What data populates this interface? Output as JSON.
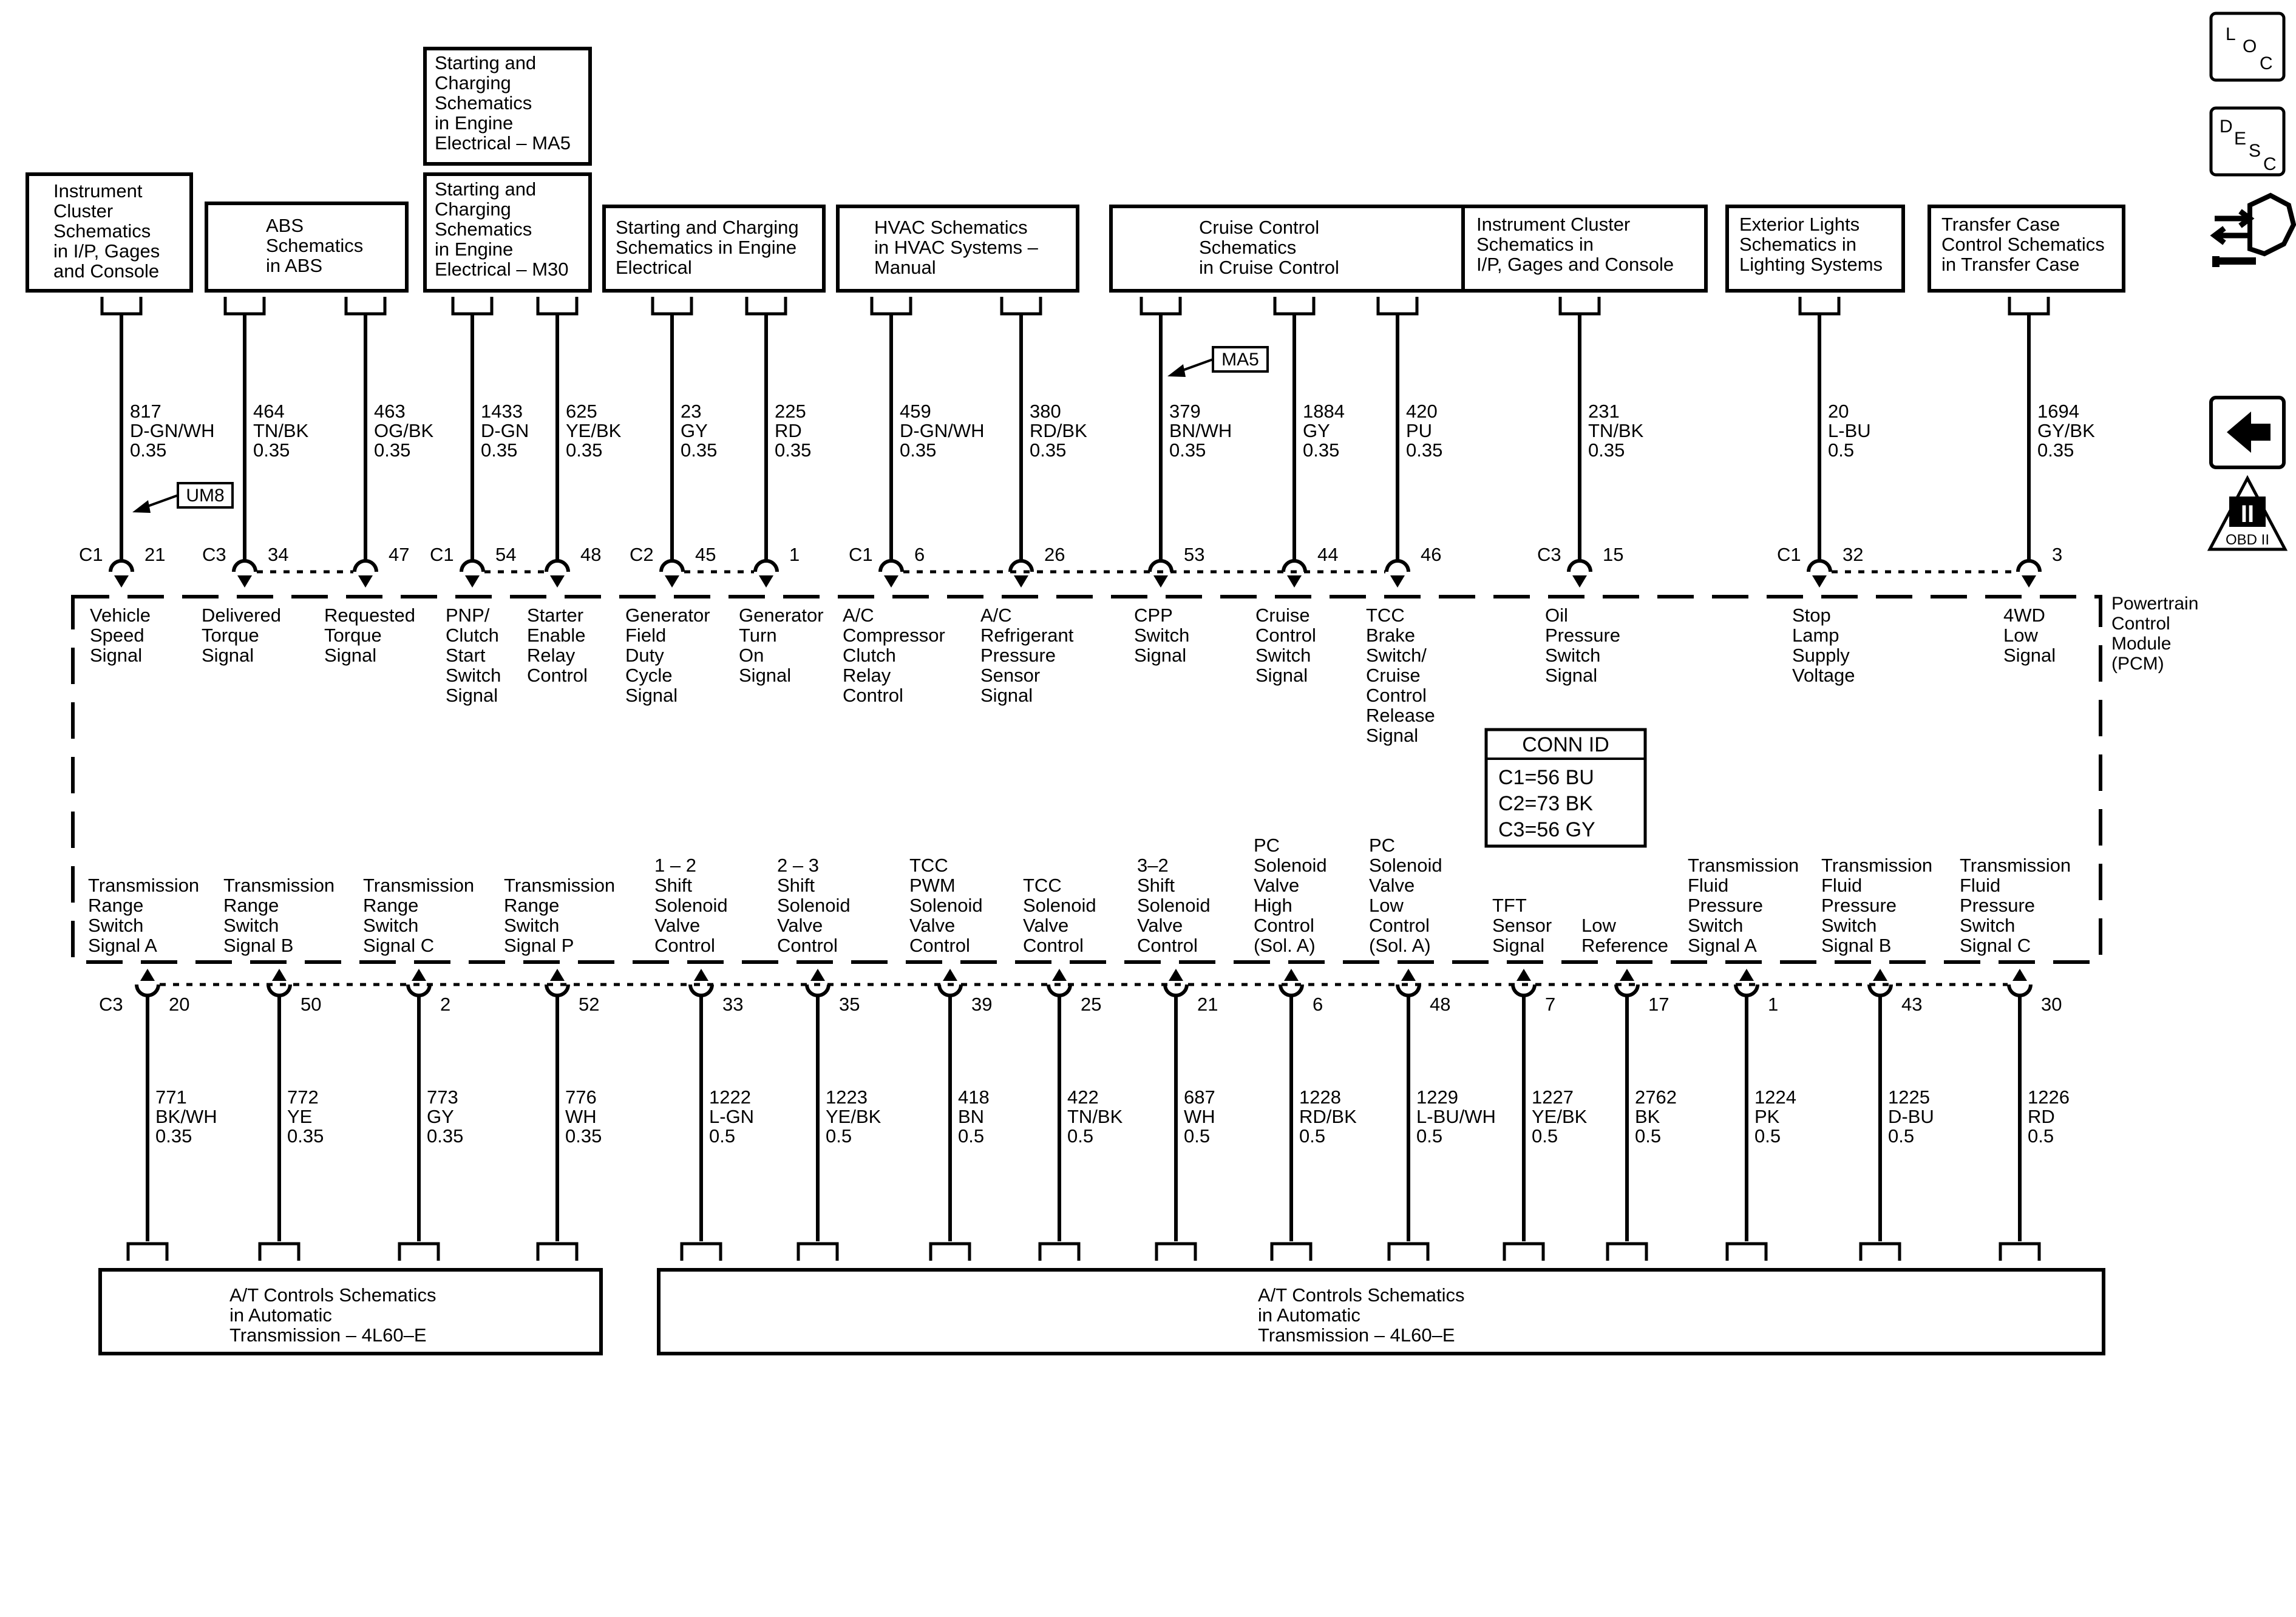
{
  "module_label": [
    "Powertrain",
    "Control",
    "Module",
    "(PCM)"
  ],
  "conn_id": {
    "title": "CONN ID",
    "lines": [
      "C1=56 BU",
      "C2=73 BK",
      "C3=56 GY"
    ]
  },
  "top_boxes": [
    [
      "Instrument",
      "Cluster",
      "Schematics",
      "in I/P, Gages",
      "and Console"
    ],
    [
      "ABS",
      "Schematics",
      "in ABS"
    ],
    [
      "Starting and",
      "Charging",
      "Schematics",
      "in Engine",
      "Electrical – M30"
    ],
    [
      "Starting and",
      "Charging",
      "Schematics",
      "in Engine",
      "Electrical – MA5"
    ],
    [
      "Starting and Charging",
      "Schematics in Engine",
      "Electrical"
    ],
    [
      "HVAC Schematics",
      "in HVAC Systems –",
      "Manual"
    ],
    [
      "Cruise Control",
      "Schematics",
      "in Cruise Control"
    ],
    [
      "Instrument Cluster",
      "Schematics in",
      "I/P, Gages and Console"
    ],
    [
      "Exterior Lights",
      "Schematics in",
      "Lighting Systems"
    ],
    [
      "Transfer Case",
      "Control Schematics",
      "in Transfer Case"
    ]
  ],
  "bottom_boxes": [
    [
      "A/T Controls Schematics",
      "in Automatic",
      "Transmission – 4L60–E"
    ],
    [
      "A/T Controls Schematics",
      "in Automatic",
      "Transmission – 4L60–E"
    ]
  ],
  "top_pins": [
    {
      "connector": "C1",
      "pin": "21",
      "circuit": "817",
      "color": "D-GN/WH",
      "gauge": "0.35",
      "function": [
        "Vehicle",
        "Speed",
        "Signal"
      ]
    },
    {
      "connector": "C3",
      "pin": "34",
      "circuit": "464",
      "color": "TN/BK",
      "gauge": "0.35",
      "function": [
        "Delivered",
        "Torque",
        "Signal"
      ]
    },
    {
      "connector": "",
      "pin": "47",
      "circuit": "463",
      "color": "OG/BK",
      "gauge": "0.35",
      "function": [
        "Requested",
        "Torque",
        "Signal"
      ]
    },
    {
      "connector": "C1",
      "pin": "54",
      "circuit": "1433",
      "color": "D-GN",
      "gauge": "0.35",
      "function": [
        "PNP/",
        "Clutch",
        "Start",
        "Switch",
        "Signal"
      ]
    },
    {
      "connector": "",
      "pin": "48",
      "circuit": "625",
      "color": "YE/BK",
      "gauge": "0.35",
      "function": [
        "Starter",
        "Enable",
        "Relay",
        "Control"
      ]
    },
    {
      "connector": "C2",
      "pin": "45",
      "circuit": "23",
      "color": "GY",
      "gauge": "0.35",
      "function": [
        "Generator",
        "Field",
        "Duty",
        "Cycle",
        "Signal"
      ]
    },
    {
      "connector": "",
      "pin": "1",
      "circuit": "225",
      "color": "RD",
      "gauge": "0.35",
      "function": [
        "Generator",
        "Turn",
        "On",
        "Signal"
      ]
    },
    {
      "connector": "C1",
      "pin": "6",
      "circuit": "459",
      "color": "D-GN/WH",
      "gauge": "0.35",
      "function": [
        "A/C",
        "Compressor",
        "Clutch",
        "Relay",
        "Control"
      ]
    },
    {
      "connector": "",
      "pin": "26",
      "circuit": "380",
      "color": "RD/BK",
      "gauge": "0.35",
      "function": [
        "A/C",
        "Refrigerant",
        "Pressure",
        "Sensor",
        "Signal"
      ]
    },
    {
      "connector": "",
      "pin": "53",
      "circuit": "379",
      "color": "BN/WH",
      "gauge": "0.35",
      "function": [
        "CPP",
        "Switch",
        "Signal"
      ]
    },
    {
      "connector": "",
      "pin": "44",
      "circuit": "1884",
      "color": "GY",
      "gauge": "0.35",
      "function": [
        "Cruise",
        "Control",
        "Switch",
        "Signal"
      ]
    },
    {
      "connector": "",
      "pin": "46",
      "circuit": "420",
      "color": "PU",
      "gauge": "0.35",
      "function": [
        "TCC",
        "Brake",
        "Switch/",
        "Cruise",
        "Control",
        "Release",
        "Signal"
      ]
    },
    {
      "connector": "C3",
      "pin": "15",
      "circuit": "231",
      "color": "TN/BK",
      "gauge": "0.35",
      "function": [
        "Oil",
        "Pressure",
        "Switch",
        "Signal"
      ]
    },
    {
      "connector": "C1",
      "pin": "32",
      "circuit": "20",
      "color": "L-BU",
      "gauge": "0.5",
      "function": [
        "Stop",
        "Lamp",
        "Supply",
        "Voltage"
      ]
    },
    {
      "connector": "",
      "pin": "3",
      "circuit": "1694",
      "color": "GY/BK",
      "gauge": "0.35",
      "function": [
        "4WD",
        "Low",
        "Signal"
      ]
    }
  ],
  "bottom_pins": [
    {
      "connector": "C3",
      "pin": "20",
      "circuit": "771",
      "color": "BK/WH",
      "gauge": "0.35",
      "function": [
        "Transmission",
        "Range",
        "Switch",
        "Signal A"
      ]
    },
    {
      "connector": "",
      "pin": "50",
      "circuit": "772",
      "color": "YE",
      "gauge": "0.35",
      "function": [
        "Transmission",
        "Range",
        "Switch",
        "Signal B"
      ]
    },
    {
      "connector": "",
      "pin": "2",
      "circuit": "773",
      "color": "GY",
      "gauge": "0.35",
      "function": [
        "Transmission",
        "Range",
        "Switch",
        "Signal C"
      ]
    },
    {
      "connector": "",
      "pin": "52",
      "circuit": "776",
      "color": "WH",
      "gauge": "0.35",
      "function": [
        "Transmission",
        "Range",
        "Switch",
        "Signal P"
      ]
    },
    {
      "connector": "",
      "pin": "33",
      "circuit": "1222",
      "color": "L-GN",
      "gauge": "0.5",
      "function": [
        "1 – 2",
        "Shift",
        "Solenoid",
        "Valve",
        "Control"
      ]
    },
    {
      "connector": "",
      "pin": "35",
      "circuit": "1223",
      "color": "YE/BK",
      "gauge": "0.5",
      "function": [
        "2 – 3",
        "Shift",
        "Solenoid",
        "Valve",
        "Control"
      ]
    },
    {
      "connector": "",
      "pin": "39",
      "circuit": "418",
      "color": "BN",
      "gauge": "0.5",
      "function": [
        "TCC",
        "PWM",
        "Solenoid",
        "Valve",
        "Control"
      ]
    },
    {
      "connector": "",
      "pin": "25",
      "circuit": "422",
      "color": "TN/BK",
      "gauge": "0.5",
      "function": [
        "TCC",
        "Solenoid",
        "Valve",
        "Control"
      ]
    },
    {
      "connector": "",
      "pin": "21",
      "circuit": "687",
      "color": "WH",
      "gauge": "0.5",
      "function": [
        "3–2",
        "Shift",
        "Solenoid",
        "Valve",
        "Control"
      ]
    },
    {
      "connector": "",
      "pin": "6",
      "circuit": "1228",
      "color": "RD/BK",
      "gauge": "0.5",
      "function": [
        "PC",
        "Solenoid",
        "Valve",
        "High",
        "Control",
        "(Sol. A)"
      ]
    },
    {
      "connector": "",
      "pin": "48",
      "circuit": "1229",
      "color": "L-BU/WH",
      "gauge": "0.5",
      "function": [
        "PC",
        "Solenoid",
        "Valve",
        "Low",
        "Control",
        "(Sol. A)"
      ]
    },
    {
      "connector": "",
      "pin": "7",
      "circuit": "1227",
      "color": "YE/BK",
      "gauge": "0.5",
      "function": [
        "TFT",
        "Sensor",
        "Signal"
      ]
    },
    {
      "connector": "",
      "pin": "17",
      "circuit": "2762",
      "color": "BK",
      "gauge": "0.5",
      "function": [
        "Low",
        "Reference"
      ]
    },
    {
      "connector": "",
      "pin": "1",
      "circuit": "1224",
      "color": "PK",
      "gauge": "0.5",
      "function": [
        "Transmission",
        "Fluid",
        "Pressure",
        "Switch",
        "Signal A"
      ]
    },
    {
      "connector": "",
      "pin": "43",
      "circuit": "1225",
      "color": "D-BU",
      "gauge": "0.5",
      "function": [
        "Transmission",
        "Fluid",
        "Pressure",
        "Switch",
        "Signal B"
      ]
    },
    {
      "connector": "",
      "pin": "30",
      "circuit": "1226",
      "color": "RD",
      "gauge": "0.5",
      "function": [
        "Transmission",
        "Fluid",
        "Pressure",
        "Switch",
        "Signal C"
      ]
    }
  ],
  "callouts": [
    {
      "text": "UM8"
    },
    {
      "text": "MA5"
    }
  ],
  "nav": {
    "loc": [
      "L",
      "O",
      "C"
    ],
    "desc": [
      "D",
      "E",
      "S",
      "C"
    ],
    "obd": {
      "numeral": "II",
      "label": "OBD II"
    }
  }
}
